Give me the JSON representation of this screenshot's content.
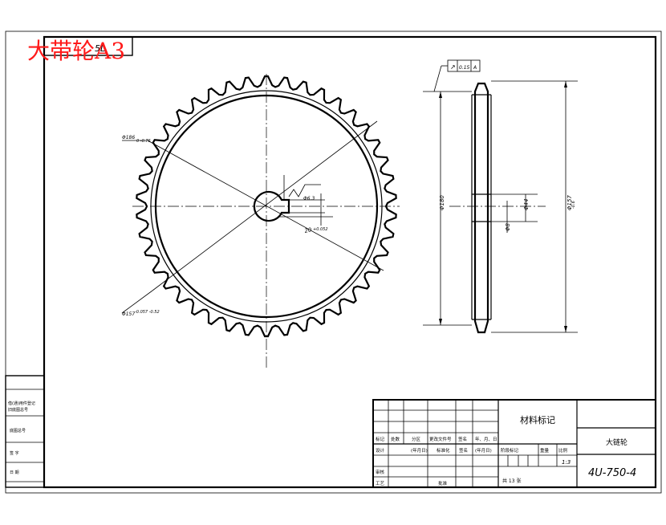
{
  "overlay_title": "大带轮A3",
  "top_tag": "5L",
  "front_view": {
    "dim_outer": "Φ186",
    "dim_outer_tol": "0\n-0.76",
    "dim_root": "Φ157",
    "dim_root_tol": "-0.057\n-0.52",
    "keyway_ra": "Φ6.3",
    "keyway_dim": "20",
    "keyway_tol": "+0.052"
  },
  "side_view": {
    "gdt_symbol": "↗",
    "gdt_value": "0.15",
    "gdt_datum": "A",
    "dim_height": "Φ180",
    "dim_outer": "Φ157",
    "dim_outer_tol": "-0.6",
    "dim_bore": "Φ44",
    "dim_bore_sub": "Φ8"
  },
  "left_strip": {
    "row1": "借(通)用件登记",
    "row2": "旧底图总号",
    "row3": "底图总号",
    "row4": "签  字",
    "row5": "日  期"
  },
  "title_block": {
    "material_label": "材料标记",
    "part_name": "大链轮",
    "drawing_number": "4U-750-4",
    "scale": "1:3",
    "sheet_total": "共 13 张",
    "hdr_mark": "标记",
    "hdr_count": "处数",
    "hdr_zone": "分区",
    "hdr_docno": "更改文件号",
    "hdr_sign": "签名",
    "hdr_date": "年、月、日",
    "row_design": "设计",
    "row_date1": "(年月日)",
    "row_std": "标准化",
    "row_sign2": "签名",
    "row_date2": "(年月日)",
    "stage_label": "阶段标记",
    "weight_label": "重量",
    "ratio_label": "比例",
    "row_check": "审核",
    "row_craft": "工艺",
    "row_approve": "批准"
  }
}
